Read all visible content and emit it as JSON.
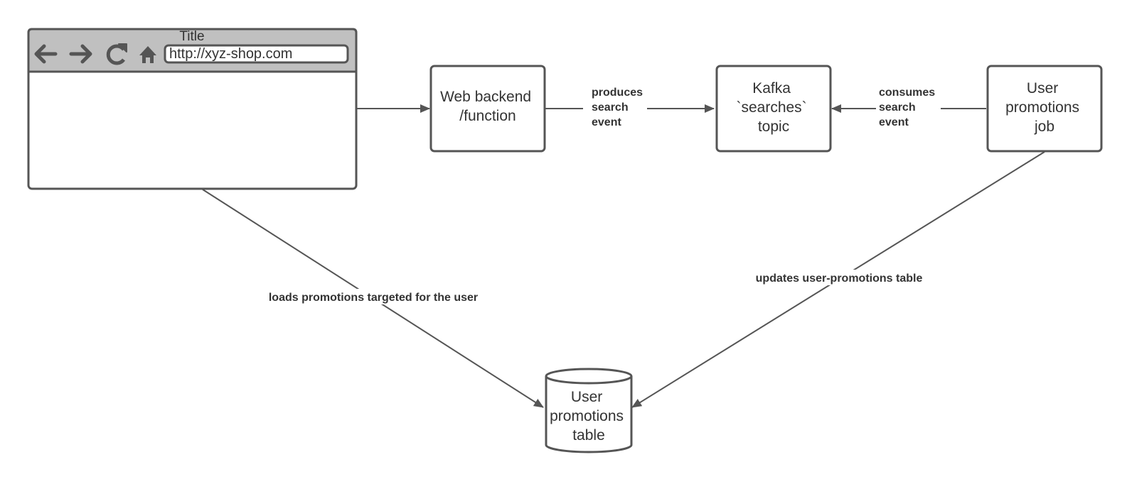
{
  "browser": {
    "title": "Title",
    "url": "http://xyz-shop.com",
    "icons": [
      "back-arrow-icon",
      "forward-arrow-icon",
      "reload-icon",
      "home-icon"
    ]
  },
  "nodes": {
    "web_backend": {
      "lines": [
        "Web backend",
        "/function"
      ]
    },
    "kafka": {
      "lines": [
        "Kafka",
        "`searches`",
        "topic"
      ]
    },
    "promotions_job": {
      "lines": [
        "User",
        "promotions",
        "job"
      ]
    },
    "promotions_table": {
      "lines": [
        "User",
        "promotions",
        "table"
      ]
    }
  },
  "edges": {
    "produces": {
      "lines": [
        "produces",
        "search",
        "event"
      ]
    },
    "consumes": {
      "lines": [
        "consumes",
        "search",
        "event"
      ]
    },
    "updates": {
      "label": "updates user-promotions table"
    },
    "loads": {
      "label": "loads promotions targeted for the user"
    }
  },
  "colors": {
    "stroke": "#555555",
    "text": "#333333",
    "browser_header": "#c0c0c0",
    "background": "#ffffff"
  }
}
